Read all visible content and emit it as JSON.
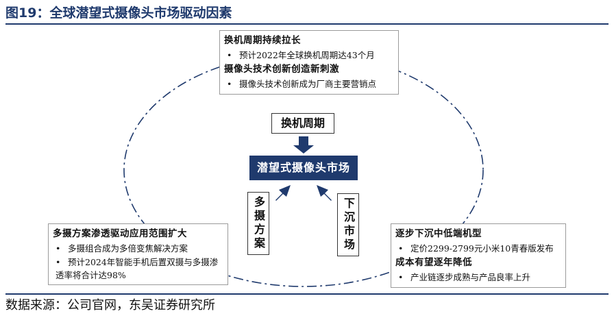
{
  "figure_title": "图19：全球潜望式摄像头市场驱动因素",
  "source": "数据来源：公司官网，东吴证券研究所",
  "center_label": "潜望式摄像头市场",
  "cycle_label": "换机周期",
  "left_driver": "多摄方案",
  "right_driver": "下沉市场",
  "top_box": {
    "heading1": "换机周期持续拉长",
    "bullet1": "预计2022年全球换机周期达43个月",
    "heading2": "摄像头技术创新创造新刺激",
    "bullet2": "摄像头技术创新成为厂商主要营销点"
  },
  "left_box": {
    "heading": "多摄方案渗透驱动应用范围扩大",
    "bullet1": "多摄组合成为多倍变焦解决方案",
    "bullet2": "预计2024年智能手机后置双摄与多摄渗透率将合计达98%"
  },
  "right_box": {
    "heading1": "逐步下沉中低端机型",
    "bullet1": "定价2299-2799元小米10青春版发布",
    "heading2": "成本有望逐年降低",
    "bullet2": "产业链逐步成熟与产品良率上升"
  },
  "colors": {
    "accent": "#1f3a6d",
    "ellipse": "#1f3a6d"
  }
}
